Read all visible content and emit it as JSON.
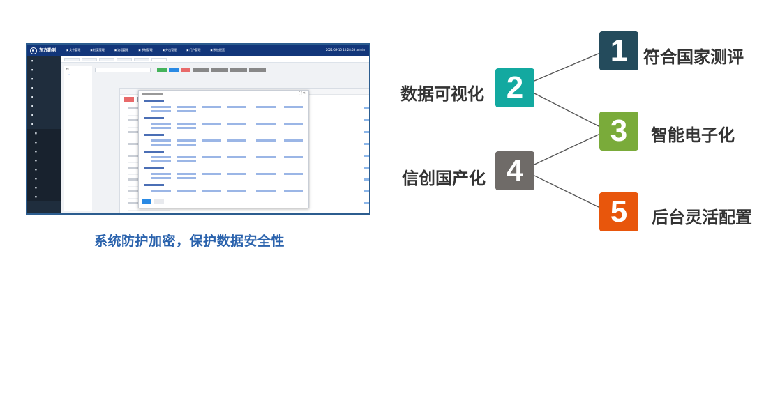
{
  "screenshot": {
    "logo_name": "东方勘测",
    "top_menu": [
      "文件管理",
      "档案管理",
      "流程管理",
      "系统管理",
      "外出管理",
      "门户管理",
      "系统配置"
    ],
    "status_text": "2021-09-15 10:28:53 admin"
  },
  "caption": "系统防护加密，保护数据安全性",
  "features": [
    {
      "number": "1",
      "label": "符合国家测评",
      "color": "#244b5c"
    },
    {
      "number": "2",
      "label": "数据可视化",
      "color": "#13a9a0"
    },
    {
      "number": "3",
      "label": "智能电子化",
      "color": "#7aab3a"
    },
    {
      "number": "4",
      "label": "信创国产化",
      "color": "#6f6b68"
    },
    {
      "number": "5",
      "label": "后台灵活配置",
      "color": "#e8560c"
    }
  ]
}
